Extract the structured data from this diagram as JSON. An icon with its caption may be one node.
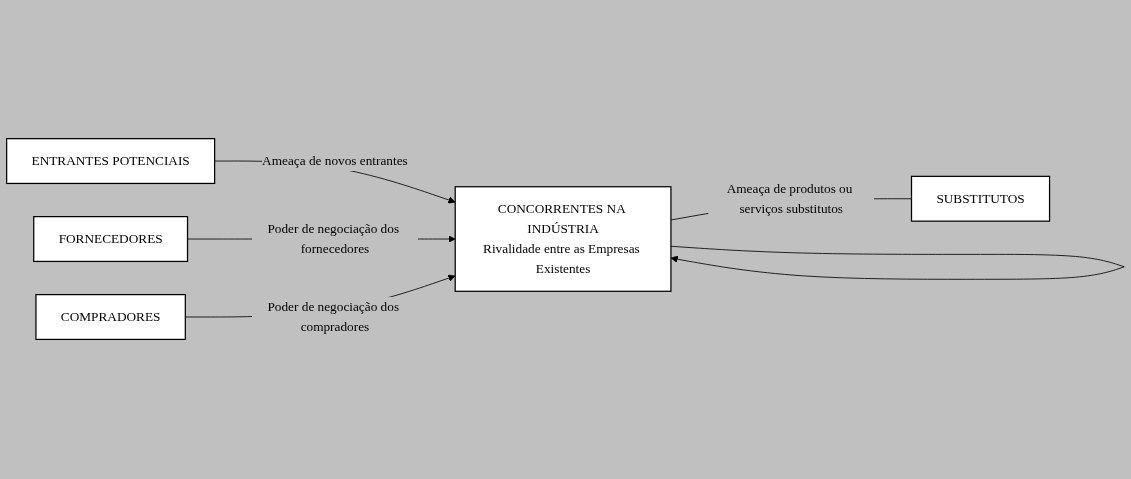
{
  "diagram": {
    "nodes": [
      {
        "text": [
          "ENTRANTES POTENCIAIS"
        ]
      },
      {
        "text": [
          "FORNECEDORES"
        ]
      },
      {
        "text": [
          "CONCORRENTES NA INDÚSTRIA",
          "Rivalidade entre as Empresas Existentes"
        ]
      },
      {
        "text": [
          "COMPRADORES"
        ]
      },
      {
        "text": [
          "SUBSTITUTOS"
        ]
      }
    ],
    "edges": [
      {
        "from": 0,
        "to": 2,
        "arrow": "to",
        "label": "Ameaça de novos entrantes"
      },
      {
        "from": 1,
        "to": 2,
        "arrow": "to",
        "label": "Poder de negociação dos fornecedores"
      },
      {
        "from": 3,
        "to": 2,
        "arrow": "to",
        "label": "Poder de negociação dos compradores"
      },
      {
        "from": 2,
        "to": 4,
        "arrow": "none",
        "label": "Ameaça de produtos ou serviços substitutos"
      },
      {
        "from": 2,
        "to": 2,
        "arrow": "to"
      }
    ]
  }
}
